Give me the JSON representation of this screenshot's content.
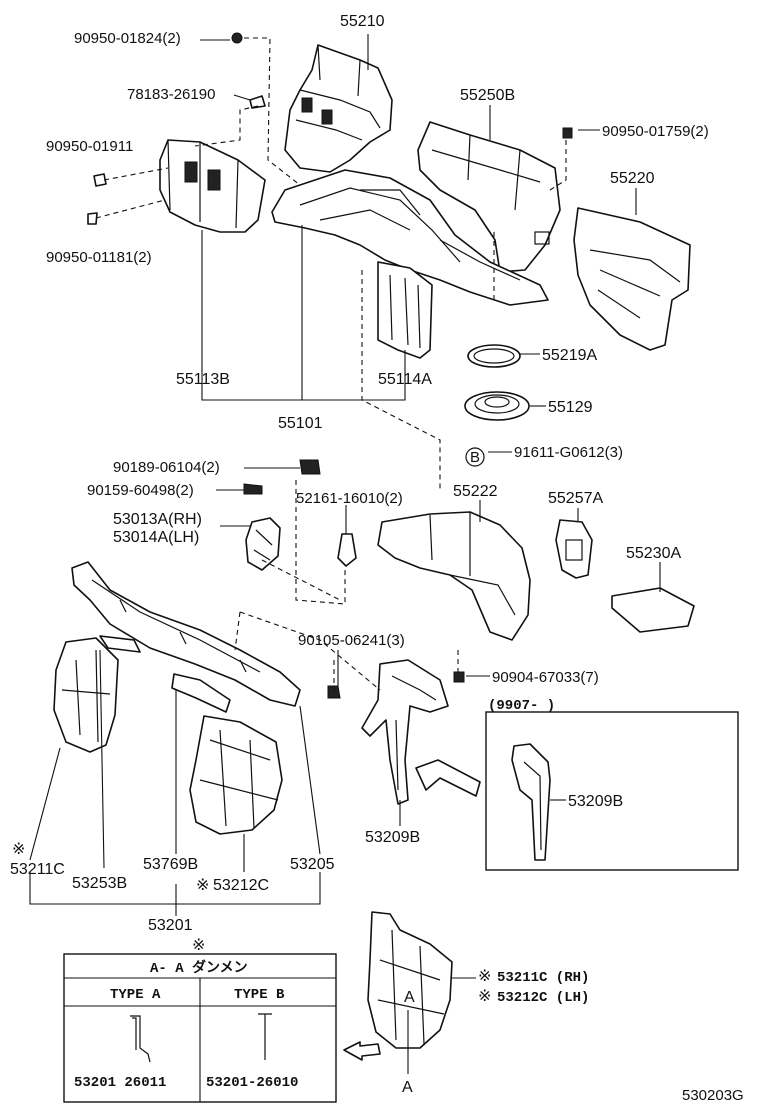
{
  "labels": {
    "p55210": "55210",
    "p90950_01824": "90950-01824(2)",
    "p78183": "78183-26190",
    "p55250B": "55250B",
    "p90950_01759": "90950-01759(2)",
    "p90950_01911": "90950-01911",
    "p55220": "55220",
    "p90950_01181": "90950-01181(2)",
    "p55219A": "55219A",
    "p55113B": "55113B",
    "p55114A": "55114A",
    "p55129": "55129",
    "p55101": "55101",
    "p91611": "91611-G0612(3)",
    "p90189": "90189-06104(2)",
    "p90159": "90159-60498(2)",
    "p55222": "55222",
    "p55257A": "55257A",
    "p53013A": "53013A(RH)",
    "p53014A": "53014A(LH)",
    "p52161": "52161-16010(2)",
    "p55230A": "55230A",
    "p90105": "90105-06241(3)",
    "p90904": "90904-67033(7)",
    "p9907": "(9907-          )",
    "p53209B_inset": "53209B",
    "p53209B": "53209B",
    "p53211C": "53211C",
    "p53253B": "53253B",
    "p53769B": "53769B",
    "p53212C": "53212C",
    "p53205": "53205",
    "p53201": "53201",
    "p53211C_rh": "53211C (RH)",
    "p53212C_lh": "53212C (LH)",
    "code": "530203G"
  },
  "markers": {
    "circle_b": "B",
    "note": "※",
    "a_letter": "A"
  },
  "table": {
    "title": "A- A ダンメン",
    "type_a": "TYPE A",
    "type_b": "TYPE B",
    "num_a": "53201 26011",
    "num_b": "53201-26010"
  }
}
